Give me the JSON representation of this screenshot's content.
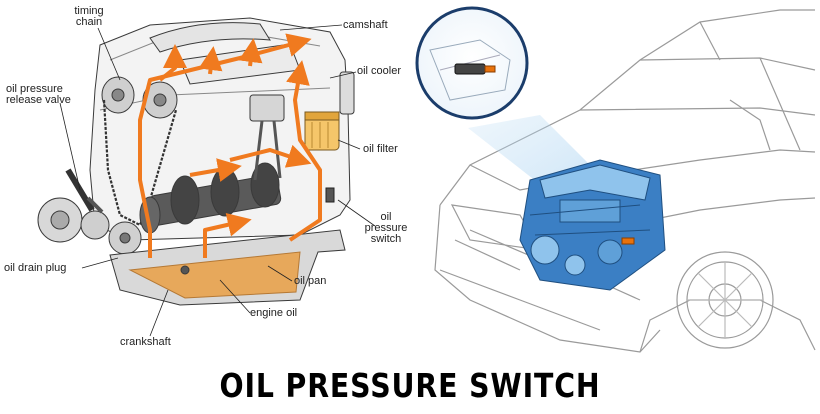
{
  "labels": {
    "timing_chain": "timing\nchain",
    "camshaft": "camshaft",
    "oil_cooler": "oil cooler",
    "oil_pressure_release_valve": "oil pressure\nrelease valve",
    "oil_filter": "oil filter",
    "oil_pressure_switch": "oil\npressure\nswitch",
    "oil_drain_plug": "oil drain plug",
    "oil_pan": "oil pan",
    "engine_oil": "engine oil",
    "crankshaft": "crankshaft"
  },
  "title": "OIL PRESSURE SWITCH",
  "colors": {
    "oil_flow": "#f07a1f",
    "engine_blue": "#3b7fc4",
    "engine_light_blue": "#8fc3ec",
    "outline": "#3a3a3a",
    "car_line": "#9a9a9a",
    "sensor_orange": "#e8720c"
  }
}
